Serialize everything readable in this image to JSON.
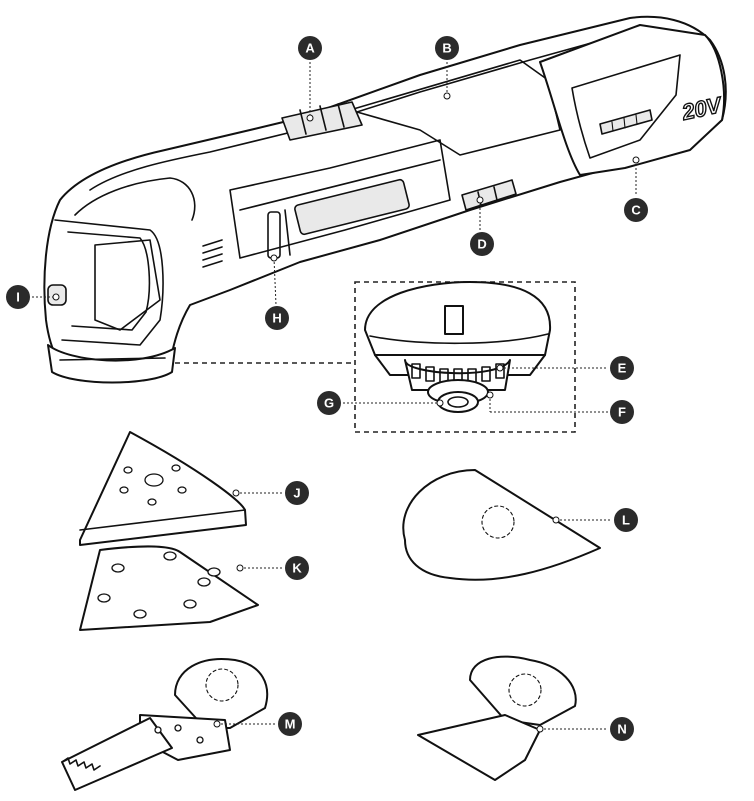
{
  "battery_badge": "20V",
  "callouts": [
    {
      "id": "A",
      "label": "A"
    },
    {
      "id": "B",
      "label": "B"
    },
    {
      "id": "C",
      "label": "C"
    },
    {
      "id": "D",
      "label": "D"
    },
    {
      "id": "E",
      "label": "E"
    },
    {
      "id": "F",
      "label": "F"
    },
    {
      "id": "G",
      "label": "G"
    },
    {
      "id": "H",
      "label": "H"
    },
    {
      "id": "I",
      "label": "I"
    },
    {
      "id": "J",
      "label": "J"
    },
    {
      "id": "K",
      "label": "K"
    },
    {
      "id": "L",
      "label": "L"
    },
    {
      "id": "M",
      "label": "M"
    },
    {
      "id": "N",
      "label": "N"
    }
  ]
}
